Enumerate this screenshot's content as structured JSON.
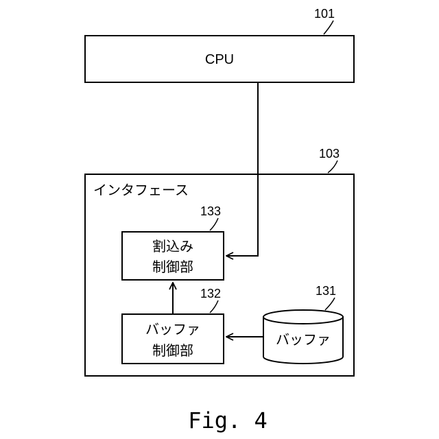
{
  "diagram": {
    "cpu": {
      "label": "CPU",
      "ref": "101"
    },
    "interface": {
      "label": "インタフェース",
      "ref": "103"
    },
    "interrupt_controller": {
      "label_line1": "割込み",
      "label_line2": "制御部",
      "ref": "133"
    },
    "buffer_controller": {
      "label_line1": "バッファ",
      "label_line2": "制御部",
      "ref": "132"
    },
    "buffer": {
      "label": "バッファ",
      "ref": "131"
    }
  },
  "figure_caption": "Fig. 4"
}
